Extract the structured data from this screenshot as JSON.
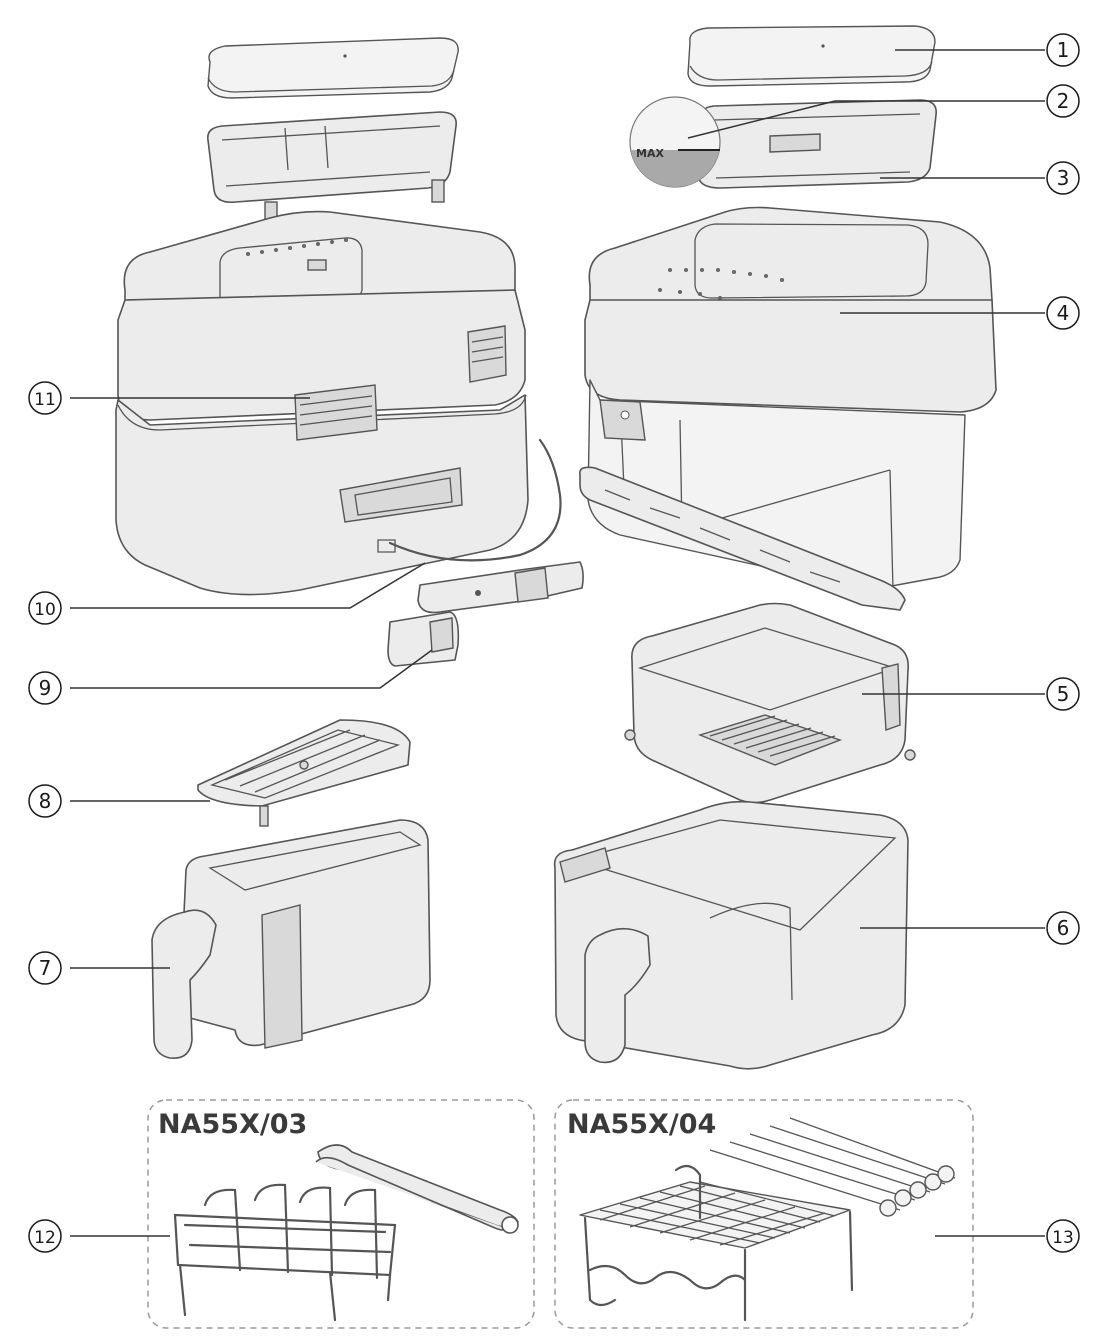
{
  "callouts": [
    {
      "id": "1",
      "label": "1"
    },
    {
      "id": "2",
      "label": "2"
    },
    {
      "id": "3",
      "label": "3"
    },
    {
      "id": "4",
      "label": "4"
    },
    {
      "id": "5",
      "label": "5"
    },
    {
      "id": "6",
      "label": "6"
    },
    {
      "id": "7",
      "label": "7"
    },
    {
      "id": "8",
      "label": "8"
    },
    {
      "id": "9",
      "label": "9"
    },
    {
      "id": "10",
      "label": "10"
    },
    {
      "id": "11",
      "label": "11"
    },
    {
      "id": "12",
      "label": "12"
    },
    {
      "id": "13",
      "label": "13"
    }
  ],
  "max_marker": "MAX",
  "accessory_kits": [
    {
      "model": "NA55X/03"
    },
    {
      "model": "NA55X/04"
    }
  ],
  "colors": {
    "line": "#555555",
    "fill": "#ececec",
    "dash": "#9a9a9a"
  }
}
